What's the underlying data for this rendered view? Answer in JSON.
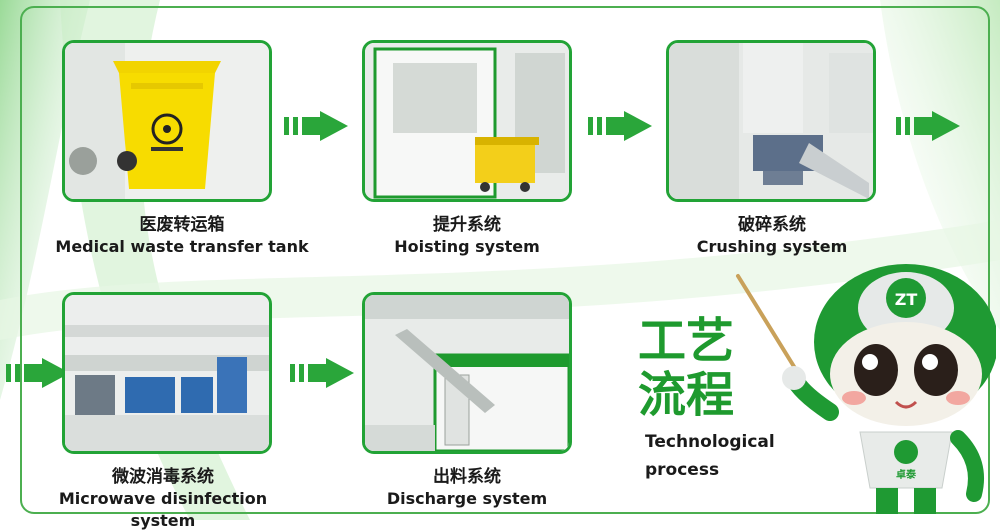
{
  "colors": {
    "accent": "#22a336",
    "arrow": "#2aa63a",
    "title": "#1e9a2e"
  },
  "steps": [
    {
      "cn": "医废转运箱",
      "en": "Medical waste transfer tank",
      "image": "yellow-biohazard-bin"
    },
    {
      "cn": "提升系统",
      "en": "Hoisting system",
      "image": "hoisting-machine"
    },
    {
      "cn": "破碎系统",
      "en": "Crushing system",
      "image": "crusher-machine"
    },
    {
      "cn": "微波消毒系统",
      "en": "Microwave disinfection system",
      "image": "microwave-units"
    },
    {
      "cn": "出料系统",
      "en": "Discharge system",
      "image": "discharge-container"
    }
  ],
  "title": {
    "cn_line1": "工艺",
    "cn_line2": "流程",
    "en_line1": "Technological",
    "en_line2": "process"
  },
  "mascot": {
    "badge": "ZT",
    "chest_text": "卓泰"
  }
}
